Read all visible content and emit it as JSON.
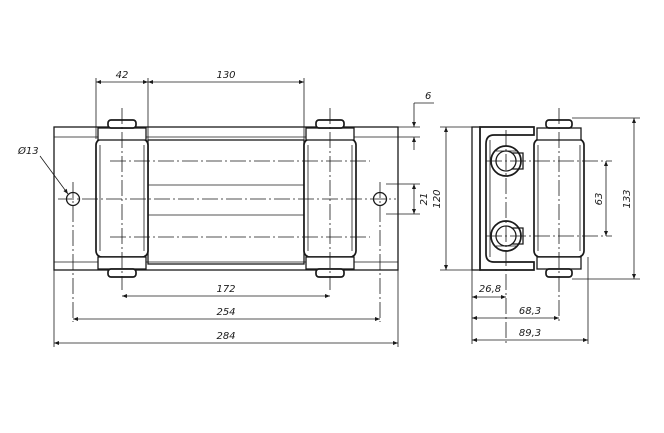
{
  "dimensions": {
    "d42": "42",
    "d130": "130",
    "d6": "6",
    "d_hole": "Ø13",
    "d21": "21",
    "d172": "172",
    "d254": "254",
    "d284": "284",
    "d120": "120",
    "d63": "63",
    "d133": "133",
    "d26_8": "26,8",
    "d68_3": "68,3",
    "d89_3": "89,3"
  },
  "colors": {
    "line": "#1a1a1a",
    "background": "#ffffff"
  }
}
